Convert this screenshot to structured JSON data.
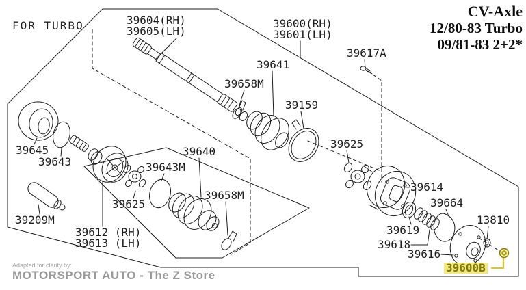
{
  "header": {
    "title_lines": [
      "CV-Axle",
      "12/80-83 Turbo",
      "09/81-83 2+2*"
    ]
  },
  "diagram": {
    "note": "FOR TURBO",
    "labels": [
      {
        "text": "39604(RH)"
      },
      {
        "text": "39605(LH)"
      },
      {
        "text": "39600(RH)"
      },
      {
        "text": "39601(LH)"
      },
      {
        "text": "39617A"
      },
      {
        "text": "39641"
      },
      {
        "text": "39658M"
      },
      {
        "text": "39159"
      },
      {
        "text": "39625"
      },
      {
        "text": "39645"
      },
      {
        "text": "39643"
      },
      {
        "text": "39640"
      },
      {
        "text": "39643M"
      },
      {
        "text": "39658M"
      },
      {
        "text": "39625"
      },
      {
        "text": "39209M"
      },
      {
        "text": "39612 (RH)"
      },
      {
        "text": "39613 (LH)"
      },
      {
        "text": "39614"
      },
      {
        "text": "39664"
      },
      {
        "text": "13810"
      },
      {
        "text": "39619"
      },
      {
        "text": "39618"
      },
      {
        "text": "39616"
      },
      {
        "text": "39600B",
        "highlighted": true
      }
    ],
    "colors": {
      "line": "#1c1c1c",
      "highlight_bg": "#f3ea7d",
      "highlight_fg": "#82780a",
      "highlight_line": "#d4c627"
    }
  },
  "footer": {
    "tagline": "Adapted for clarity by:",
    "brand": "MOTORSPORT AUTO - The Z Store"
  }
}
